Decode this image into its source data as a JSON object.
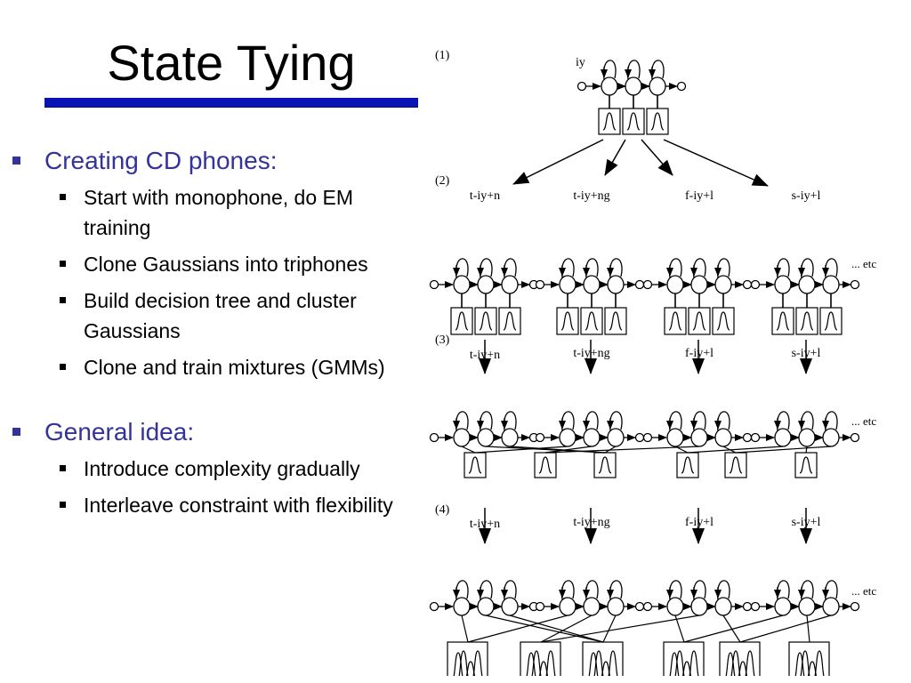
{
  "slide": {
    "title": "State Tying",
    "accent_color": "#0a14b4",
    "bullet_color": "#333399"
  },
  "bullets": [
    {
      "text": "Creating CD phones:",
      "children": [
        "Start with monophone, do EM training",
        "Clone Gaussians into triphones",
        "Build decision tree and cluster Gaussians",
        "Clone and train mixtures (GMMs)"
      ]
    },
    {
      "text": "General idea:",
      "children": [
        "Introduce complexity gradually",
        "Interleave constraint with flexibility"
      ]
    }
  ],
  "diagram": {
    "stage_labels": [
      "(1)",
      "(2)",
      "(3)",
      "(4)"
    ],
    "monophone_label": "iy",
    "triphones": [
      "t-iy+n",
      "t-iy+ng",
      "f-iy+l",
      "s-iy+l"
    ],
    "etc_label": "... etc"
  }
}
